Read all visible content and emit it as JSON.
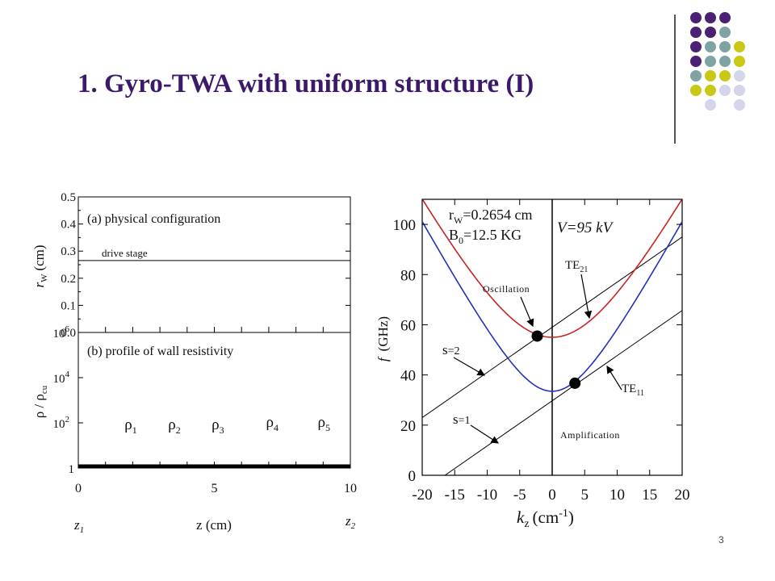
{
  "slide": {
    "title": "1. Gyro-TWA with uniform structure (I)",
    "page_number": "3",
    "colors": {
      "title": "#3b1a6b",
      "purple_dot": "#4b2173",
      "teal_dot": "#7fa3a3",
      "olive_dot": "#c8c815",
      "lavender_dot": "#d4d4ea"
    },
    "decor_dots": [
      [
        "purple",
        "purple",
        "purple",
        ""
      ],
      [
        "purple",
        "purple",
        "teal",
        ""
      ],
      [
        "purple",
        "teal",
        "teal",
        "olive"
      ],
      [
        "purple",
        "teal",
        "teal",
        "olive"
      ],
      [
        "teal",
        "olive",
        "olive",
        "lavender"
      ],
      [
        "olive",
        "olive",
        "lavender",
        "lavender"
      ],
      [
        "",
        "lavender",
        "",
        "lavender"
      ]
    ]
  },
  "chart_data": [
    {
      "type": "line",
      "subplots": [
        {
          "label": "(a) physical configuration",
          "annotation": "drive stage",
          "ylabel": "r_W (cm)",
          "ylabel_parts": [
            "r",
            "W",
            "(cm)"
          ],
          "ylim": [
            0,
            0.5
          ],
          "yticks": [
            "0.0",
            "0.1",
            "0.2",
            "0.3",
            "0.4",
            "0.5"
          ],
          "ytick_values": [
            0.0,
            0.1,
            0.2,
            0.3,
            0.4,
            0.5
          ],
          "series": [
            {
              "x": [
                0,
                10
              ],
              "y": [
                0.2654,
                0.2654
              ]
            }
          ]
        },
        {
          "label": "(b) profile of wall resistivity",
          "ylabel_parts": [
            "ρ / ρ",
            "cu"
          ],
          "yscale": "log",
          "ylim": [
            1,
            1000000
          ],
          "ytick_values": [
            1,
            100,
            10000,
            1000000
          ],
          "yticks": [
            {
              "base": "1",
              "exp": ""
            },
            {
              "base": "10",
              "exp": "2"
            },
            {
              "base": "10",
              "exp": "4"
            },
            {
              "base": "10",
              "exp": "6"
            }
          ],
          "region_labels": [
            {
              "text": "ρ",
              "sub": "1",
              "x": 1.7,
              "y": 100
            },
            {
              "text": "ρ",
              "sub": "2",
              "x": 3.3,
              "y": 100
            },
            {
              "text": "ρ",
              "sub": "3",
              "x": 4.9,
              "y": 100
            },
            {
              "text": "ρ",
              "sub": "4",
              "x": 6.9,
              "y": 130
            },
            {
              "text": "ρ",
              "sub": "5",
              "x": 8.8,
              "y": 130
            }
          ],
          "series": [
            {
              "x": [
                0,
                10
              ],
              "y": [
                1,
                1
              ]
            }
          ]
        }
      ],
      "x_axis": {
        "label": "z (cm)",
        "xlim": [
          0,
          10
        ],
        "xticks": [
          "0",
          "5",
          "10"
        ],
        "xtick_values": [
          0,
          5,
          10
        ],
        "endpoint_labels": [
          {
            "text": "z",
            "sub": "1"
          },
          {
            "text": "z",
            "sub": "2"
          }
        ]
      }
    },
    {
      "type": "line",
      "title": "",
      "xlabel": "k",
      "xlabel_sub": "z",
      "xlabel_unit": "(cm",
      "xlabel_exp": "-1",
      "xlabel_close": ")",
      "ylabel_italic": "f",
      "ylabel_unit": "(GHz)",
      "xlim": [
        -20,
        20
      ],
      "ylim": [
        0,
        110
      ],
      "xticks": [
        "-20",
        "-15",
        "-10",
        "-5",
        "0",
        "5",
        "10",
        "15",
        "20"
      ],
      "xtick_values": [
        -20,
        -15,
        -10,
        -5,
        0,
        5,
        10,
        15,
        20
      ],
      "yticks": [
        "0",
        "20",
        "40",
        "60",
        "80",
        "100"
      ],
      "ytick_values": [
        0,
        20,
        40,
        60,
        80,
        100
      ],
      "params": [
        {
          "base": "r",
          "sub": "W",
          "rest": "=0.2654 cm"
        },
        {
          "base": "B",
          "sub": "0",
          "rest": "=12.5 KG"
        }
      ],
      "voltage": "V=95 kV",
      "series": [
        {
          "name": "TE",
          "name_sub": "21",
          "color": "#cc2222",
          "cutoff": 55.0
        },
        {
          "name": "TE",
          "name_sub": "11",
          "color": "#2233bb",
          "cutoff": 33.5
        }
      ],
      "beam_lines": [
        {
          "label": "s",
          "label_rest": "=2",
          "x": [
            -20,
            20
          ],
          "y": [
            23,
            95
          ]
        },
        {
          "label": "s",
          "label_rest": "=1",
          "x": [
            -16.5,
            20
          ],
          "y": [
            0,
            65.7
          ]
        }
      ],
      "points": [
        {
          "label": "Oscillation",
          "x": -2.3,
          "y": 55.5
        },
        {
          "label": "Amplification",
          "x": 3.5,
          "y": 36.7
        }
      ]
    }
  ]
}
